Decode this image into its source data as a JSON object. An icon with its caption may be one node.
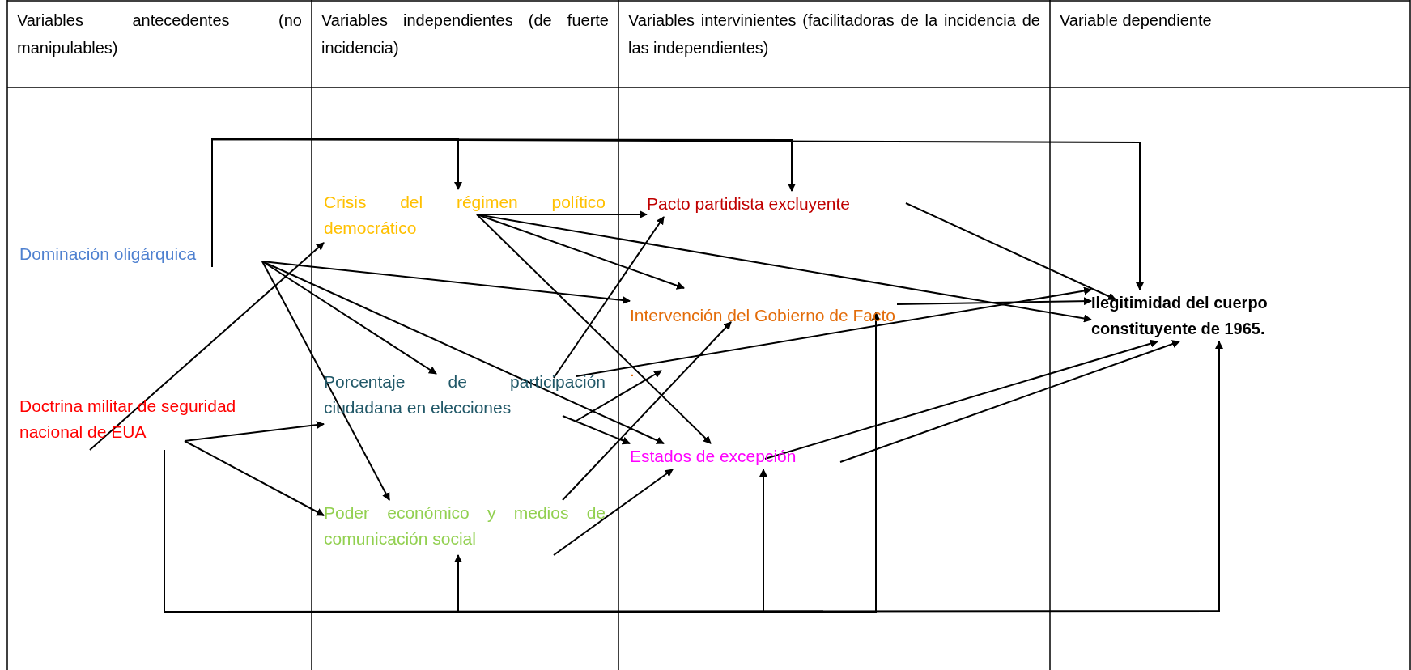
{
  "diagram": {
    "nodes": [
      {
        "text": [
          "Dominación oligárquica"
        ]
      },
      {
        "text": [
          "Doctrina militar de seguridad nacional de EUA"
        ]
      },
      {
        "text": [
          "Crisis del régimen político democrático"
        ]
      },
      {
        "text": [
          "Porcentaje de participación ciudadana en elecciones"
        ]
      },
      {
        "text": [
          "Poder económico y medios de comunicación social"
        ]
      },
      {
        "text": [
          "Pacto partidista excluyente"
        ]
      },
      {
        "text": [
          "Intervención del Gobierno de Facto ."
        ]
      },
      {
        "text": [
          "Estados de excepción"
        ]
      },
      {
        "text": [
          "Ilegitimidad del cuerpo constituyente de 1965."
        ]
      }
    ],
    "edges": [
      {
        "from": 0,
        "to": 2,
        "arrow": "to"
      },
      {
        "from": 0,
        "to": 5,
        "arrow": "to"
      },
      {
        "from": 0,
        "to": 8,
        "arrow": "to"
      },
      {
        "from": 1,
        "to": 4,
        "arrow": "to"
      },
      {
        "from": 1,
        "to": 7,
        "arrow": "to"
      },
      {
        "from": 1,
        "to": 6,
        "arrow": "to"
      },
      {
        "from": 1,
        "to": 8,
        "arrow": "to"
      },
      {
        "from": 1,
        "to": 2,
        "arrow": "to"
      },
      {
        "from": 1,
        "to": 3,
        "arrow": "to"
      },
      {
        "from": 1,
        "to": 4,
        "arrow": "to"
      },
      {
        "from": 0,
        "to": 6,
        "arrow": "to"
      },
      {
        "from": 0,
        "to": 3,
        "arrow": "to"
      },
      {
        "from": 0,
        "to": 7,
        "arrow": "to"
      },
      {
        "from": 0,
        "to": 4,
        "arrow": "to"
      },
      {
        "from": 2,
        "to": 5,
        "arrow": "to"
      },
      {
        "from": 2,
        "to": 6,
        "arrow": "to"
      },
      {
        "from": 2,
        "to": 8,
        "arrow": "to"
      },
      {
        "from": 2,
        "to": 7,
        "arrow": "to"
      },
      {
        "from": 3,
        "to": 5,
        "arrow": "to"
      },
      {
        "from": 3,
        "to": 8,
        "arrow": "to"
      },
      {
        "from": 3,
        "to": 6,
        "arrow": "to"
      },
      {
        "from": 3,
        "to": 7,
        "arrow": "to"
      },
      {
        "from": 4,
        "to": 6,
        "arrow": "to"
      },
      {
        "from": 4,
        "to": 7,
        "arrow": "to"
      },
      {
        "from": 5,
        "to": 8,
        "arrow": "to"
      },
      {
        "from": 6,
        "to": 8,
        "arrow": "to"
      },
      {
        "from": 7,
        "to": 8,
        "arrow": "to"
      },
      {
        "from": 7,
        "to": 8,
        "arrow": "to"
      }
    ],
    "labels": [
      "Variables antecedentes (no manipulables)",
      "Variables independientes (de fuerte incidencia)",
      "Variables intervinientes (facilitadoras de la incidencia de las independientes)",
      "Variable dependiente"
    ]
  }
}
